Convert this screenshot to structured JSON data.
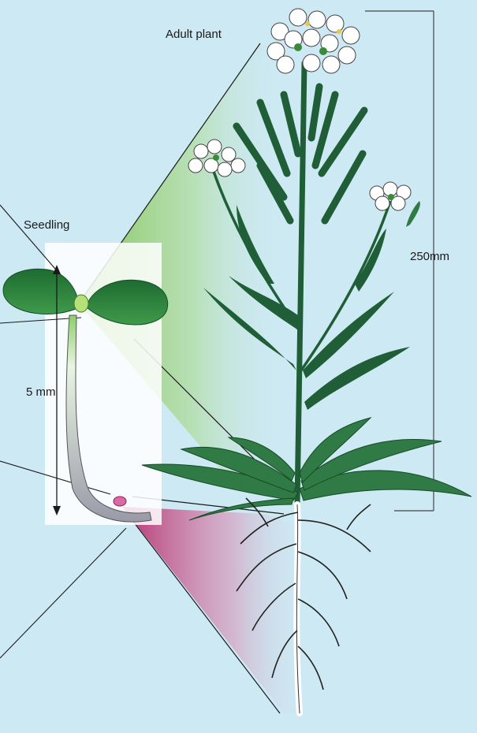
{
  "labels": {
    "adult_plant": "Adult plant",
    "seedling": "Seedling",
    "seedling_scale": "5 mm",
    "adult_scale": "250mm"
  },
  "colors": {
    "background": "#cde9f3",
    "plant_green": "#1f5e36",
    "leaf_green": "#2f7a45",
    "seedling_green": "#2d7a3c",
    "root_white": "#ffffff",
    "meristem_magenta": "#b5286a",
    "seedling_box": "#ffffff"
  }
}
